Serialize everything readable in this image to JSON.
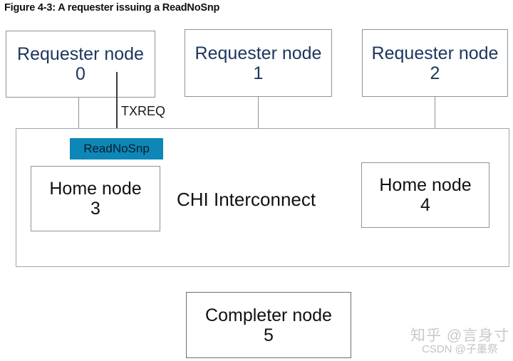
{
  "figure": {
    "title": "Figure 4-3: A requester issuing a ReadNoSnp",
    "type": "block-diagram"
  },
  "requester_nodes": [
    {
      "label": "Requester node\n0",
      "name": "Requester node",
      "id": "0"
    },
    {
      "label": "Requester node\n1",
      "name": "Requester node",
      "id": "1"
    },
    {
      "label": "Requester node\n2",
      "name": "Requester node",
      "id": "2"
    }
  ],
  "interconnect": {
    "label": "CHI Interconnect",
    "chip": {
      "label": "ReadNoSnp",
      "background_color": "#0d87b8",
      "text_color": "#0a1c2b"
    },
    "home_nodes": [
      {
        "label": "Home node\n3",
        "name": "Home node",
        "id": "3"
      },
      {
        "label": "Home node\n4",
        "name": "Home node",
        "id": "4"
      }
    ]
  },
  "completer_node": {
    "label": "Completer node\n5",
    "name": "Completer node",
    "id": "5"
  },
  "signals": [
    {
      "label": "TXREQ",
      "from": "Requester node 0",
      "to": "ReadNoSnp",
      "direction": "down"
    }
  ],
  "watermarks": {
    "zhihu": "知乎 @言身寸",
    "csdn": "CSDN @子墨祭"
  },
  "colors": {
    "requester_text": "#1b365d",
    "node_border": "#8c949c",
    "interconnect_border": "#9aa7b4",
    "chip_fill": "#0d87b8",
    "arrow": "#3a3a3a",
    "background": "#ffffff"
  }
}
